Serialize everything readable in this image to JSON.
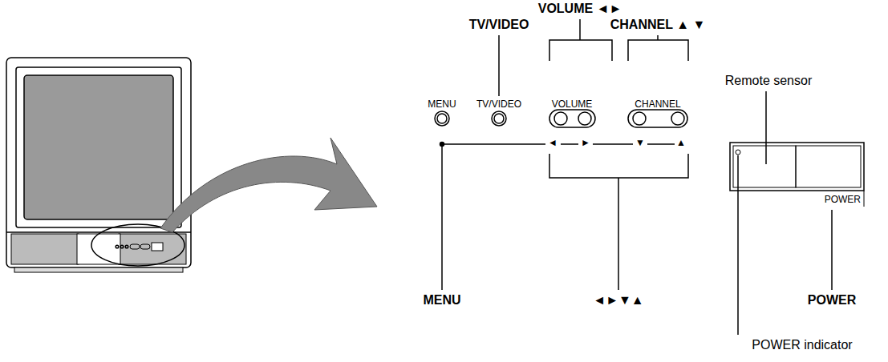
{
  "diagram": {
    "nodes": [
      {
        "text": [
          "POWER"
        ]
      }
    ],
    "labels": [
      "VOLUME ◄►",
      "TV/VIDEO",
      "CHANNEL ▲ ▼",
      "Remote sensor",
      "MENU",
      "TV/VIDEO",
      "VOLUME",
      "CHANNEL",
      "◄",
      "►",
      "▼",
      "▲",
      "MENU",
      "◄►▼▲",
      "POWER",
      "POWER indicator"
    ]
  }
}
